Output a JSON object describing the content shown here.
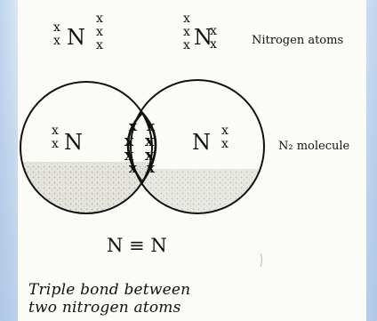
{
  "atoms": {
    "left": {
      "electrons_left": [
        "x",
        "x"
      ],
      "symbol": "N",
      "electrons_right": [
        "x",
        "x",
        "x"
      ]
    },
    "right": {
      "electrons_left": [
        "x",
        "x",
        "x"
      ],
      "symbol": "N",
      "electrons_right": [
        "x",
        "x"
      ]
    },
    "label": "Nitrogen atoms"
  },
  "molecule": {
    "left_electrons": [
      "x",
      "x"
    ],
    "left_symbol": "N",
    "shared_rows": [
      [
        "x",
        "x"
      ],
      [
        "x",
        "x"
      ],
      [
        "x",
        "x"
      ],
      [
        "x",
        "x"
      ]
    ],
    "right_symbol": "N",
    "right_electrons": [
      "x",
      "x"
    ],
    "label": "N₂ molecule",
    "formula": "N ≡ N"
  },
  "caption": {
    "line1": "Triple bond between",
    "line2": "two nitrogen atoms"
  },
  "colors": {
    "background": "#c7d9ee",
    "paper": "#fbfbf7",
    "ink": "#111111",
    "shading": "#cfcfc7"
  }
}
